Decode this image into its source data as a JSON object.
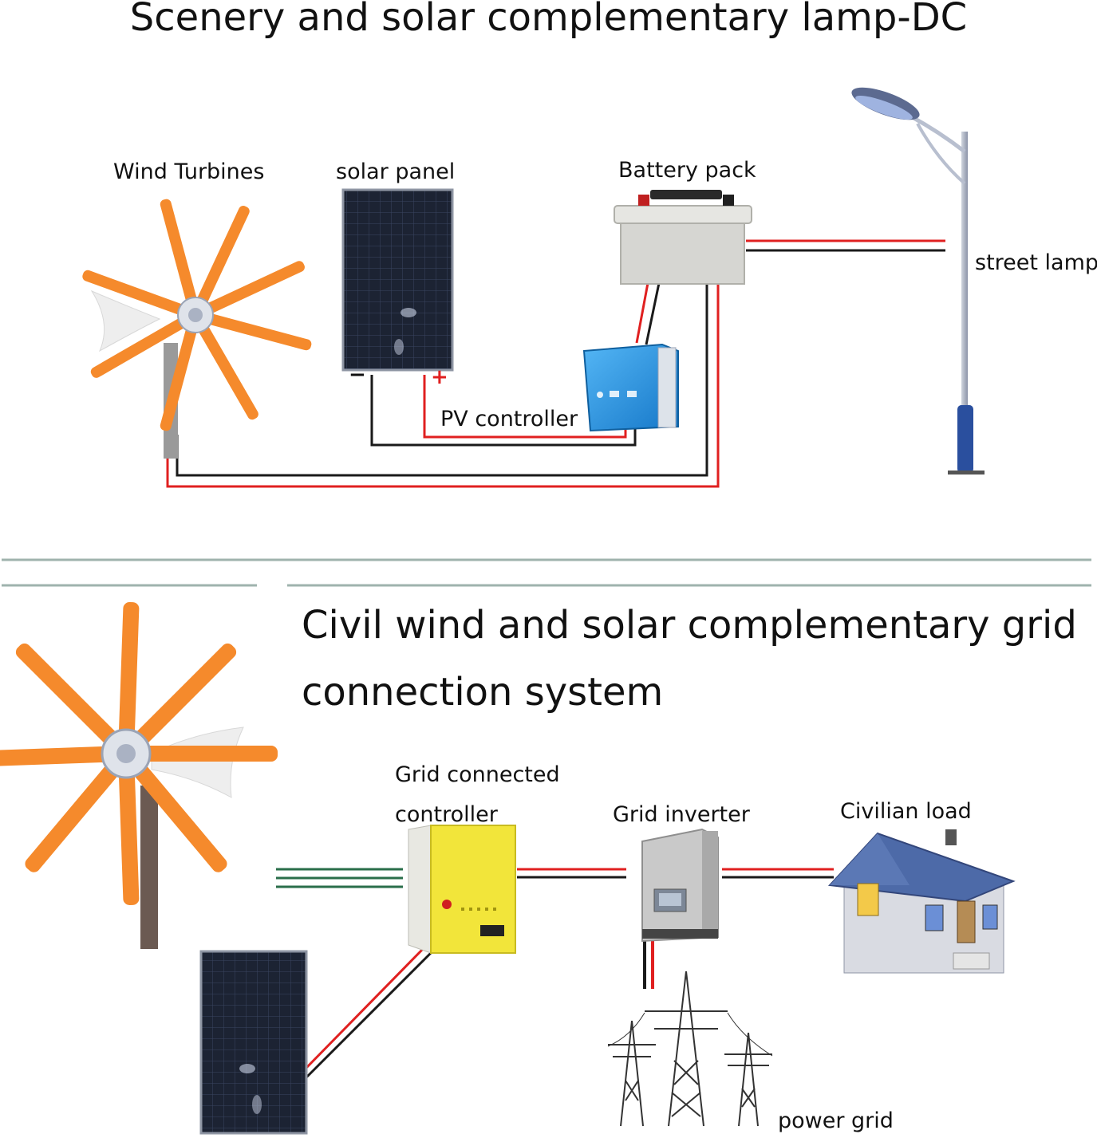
{
  "top": {
    "title": "Scenery and solar complementary lamp-DC",
    "labels": {
      "wind_turbines": "Wind Turbines",
      "solar_panel": "solar panel",
      "battery_pack": "Battery pack",
      "street_lamp": "street lamp",
      "pv_controller": "PV controller",
      "minus": "−",
      "plus": "+"
    }
  },
  "bottom": {
    "title_line1": "Civil wind and solar complementary grid",
    "title_line2": "connection system",
    "labels": {
      "grid_connected_controller_1": "Grid connected",
      "grid_connected_controller_2": "controller",
      "grid_inverter": "Grid inverter",
      "civilian_load": "Civilian load",
      "power_grid": "power grid"
    }
  },
  "colors": {
    "wire_red": "#e02020",
    "wire_black": "#1a1a1a",
    "blade_orange": "#f58a2c",
    "panel_dark": "#1c2333",
    "battery_gray": "#d6d6d2",
    "controller_blue": "#1f8fe0",
    "controller_yellow": "#f2e53a",
    "divider": "#9fb3ad"
  }
}
